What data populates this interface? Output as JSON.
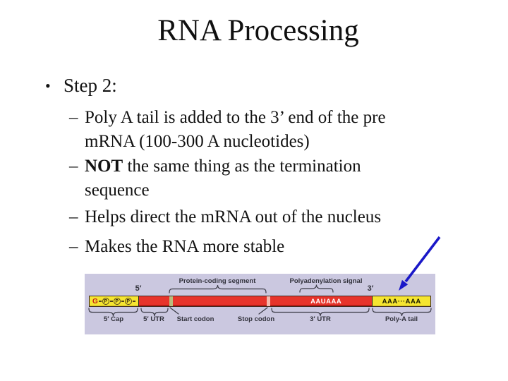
{
  "slide": {
    "title": "RNA Processing",
    "bullets": {
      "step": {
        "marker": "•",
        "text": "Step 2:"
      },
      "sub1": {
        "marker": "–",
        "line1": "Poly A tail is added to the 3’ end of the pre",
        "line2": "mRNA (100-300 A nucleotides)"
      },
      "sub2": {
        "marker": "–",
        "bold": "NOT",
        "line1_rest": " the same thing as the termination",
        "line2": "sequence"
      },
      "sub3": {
        "marker": "–",
        "text": "Helps direct the mRNA out of the nucleus"
      },
      "sub4": {
        "marker": "–",
        "text": "Makes the RNA more stable"
      }
    }
  },
  "diagram": {
    "top_labels": {
      "five_prime": "5′",
      "protein_coding": "Protein-coding segment",
      "polyadenylation": "Polyadenylation signal",
      "three_prime": "3′"
    },
    "bar": {
      "cap_g": "G",
      "phosphate": "P",
      "aauaaa": "AAUAAA",
      "polya_seq": "AAA···AAA"
    },
    "bottom_labels": {
      "cap": "5′ Cap",
      "utr5": "5′ UTR",
      "start_codon": "Start codon",
      "stop_codon": "Stop codon",
      "utr3": "3′ UTR",
      "polya_tail": "Poly-A tail"
    },
    "colors": {
      "panel_bg": "#cbc8e0",
      "segment_red": "#e7342b",
      "segment_yellow": "#f5e531",
      "start_codon_tick": "#b9bc7e",
      "stop_codon_tick": "#f4b8ac",
      "aauaaa_text": "#ffffff",
      "arrow_blue": "#1a18c8",
      "label_text": "#32323c"
    }
  }
}
